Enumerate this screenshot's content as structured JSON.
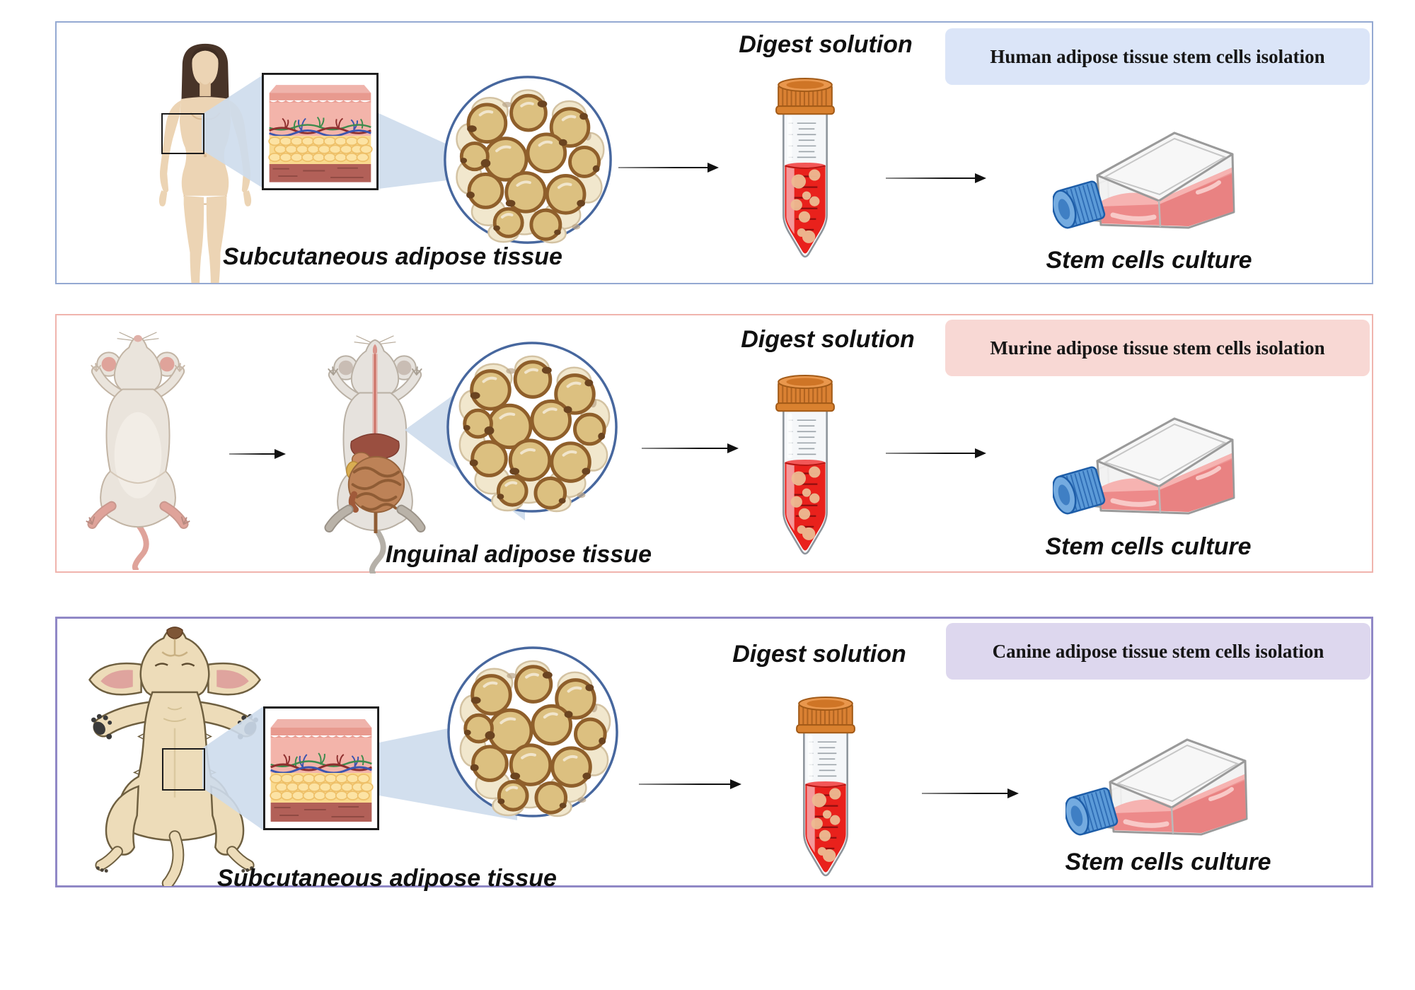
{
  "figure": {
    "panels": [
      {
        "species": "human",
        "title": "Human adipose tissue stem cells isolation",
        "digest_label": "Digest solution",
        "tissue_label": "Subcutaneous adipose tissue",
        "culture_label": "Stem cells culture",
        "accent_color": "#94a9d2",
        "title_bg": "#dbe5f8"
      },
      {
        "species": "murine",
        "title": "Murine adipose tissue stem cells isolation",
        "digest_label": "Digest solution",
        "tissue_label": "Inguinal adipose tissue",
        "culture_label": "Stem cells culture",
        "accent_color": "#f0b4ad",
        "title_bg": "#f8d8d4"
      },
      {
        "species": "canine",
        "title": "Canine adipose tissue stem cells isolation",
        "digest_label": "Digest solution",
        "tissue_label": "Subcutaneous adipose tissue",
        "culture_label": "Stem cells culture",
        "accent_color": "#9088c6",
        "title_bg": "#ddd7ee"
      }
    ]
  }
}
